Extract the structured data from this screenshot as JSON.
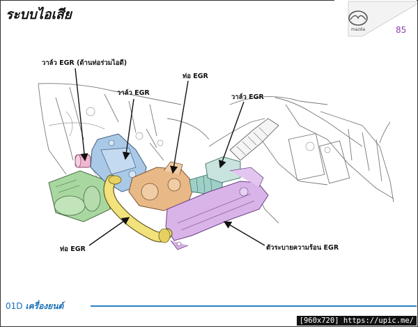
{
  "slide": {
    "title": "ระบบไอเสีย",
    "page_number": "85",
    "logo_text": "mazda"
  },
  "labels": {
    "egr_valve_intake": "วาล์ว EGR (ด้านท่อร่วมไอดี)",
    "egr_valve_left": "วาล์ว EGR",
    "egr_pipe_top": "ท่อ EGR",
    "egr_valve_right": "วาล์ว EGR",
    "egr_pipe_bottom": "ท่อ EGR",
    "egr_cooler": "ตัวระบายความร้อน EGR"
  },
  "footer": {
    "code": "01D",
    "brand": "เครื่องยนต์"
  },
  "watermark": "[960x720] https://upic.me/",
  "colors": {
    "accent_blue": "#2a7fc0",
    "page_purple": "#8b3fa8",
    "valve_blue": "#a9c9e6",
    "valve_pink": "#f0b8d0",
    "turbo_orange": "#e8b987",
    "pipe_yellow": "#f2e27c",
    "cooler_purple": "#d8b4e8",
    "filter_green": "#a8d8a0",
    "hose_teal": "#9fd0c8"
  }
}
